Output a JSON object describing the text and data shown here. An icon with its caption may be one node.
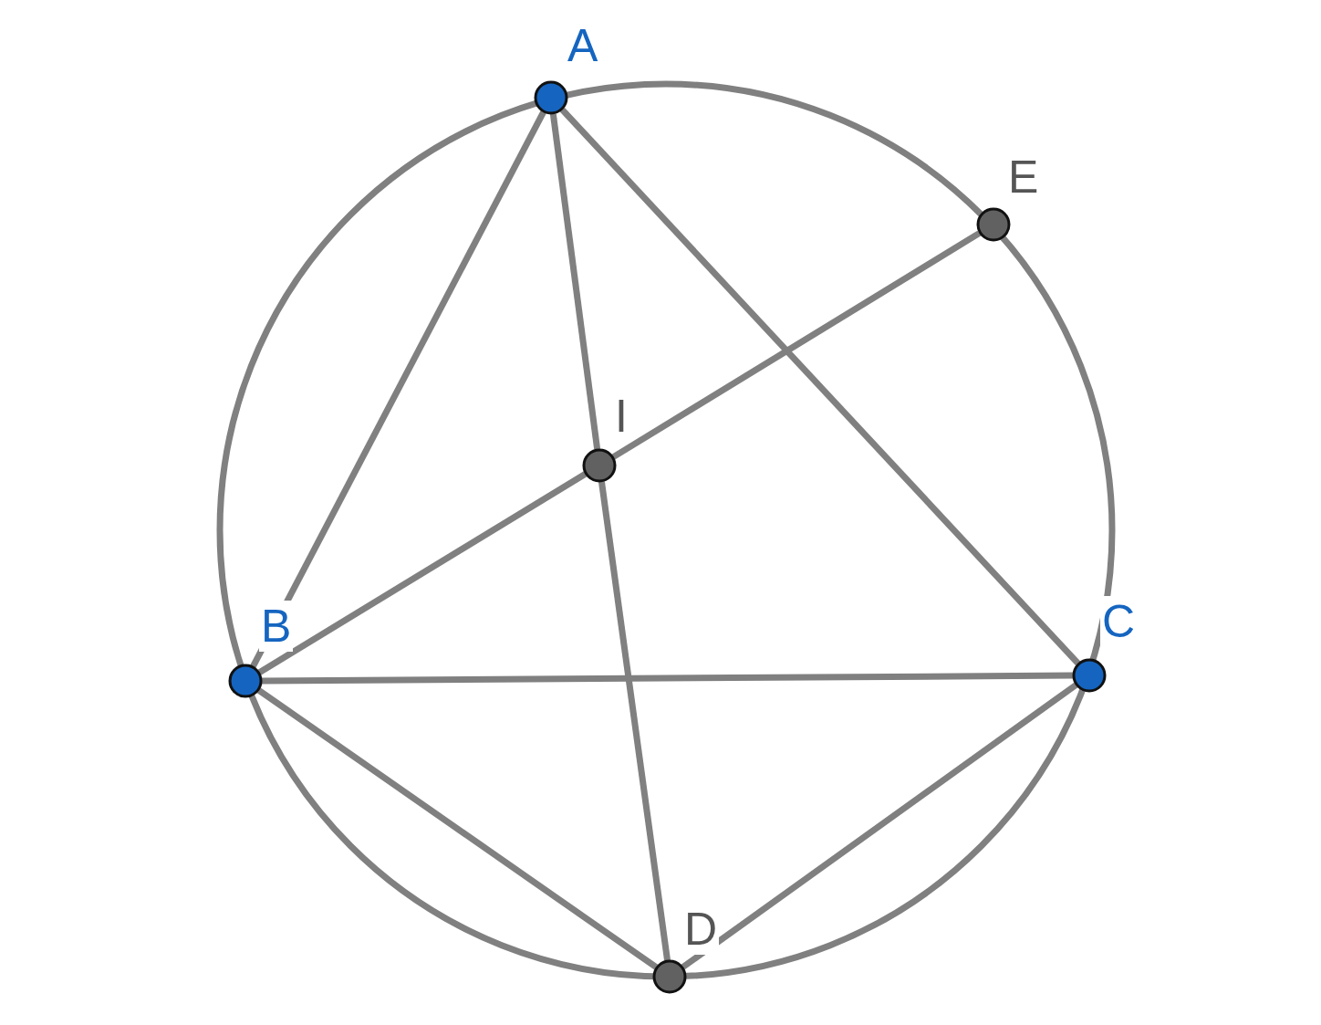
{
  "diagram": {
    "nodes": [
      {
        "text": [
          "A"
        ]
      },
      {
        "text": [
          "E"
        ]
      },
      {
        "text": [
          "I"
        ]
      },
      {
        "text": [
          "B"
        ]
      },
      {
        "text": [
          "C"
        ]
      },
      {
        "text": [
          "D"
        ]
      }
    ],
    "edges": [
      {
        "from": 0,
        "to": 3,
        "arrow": "none"
      },
      {
        "from": 0,
        "to": 2,
        "arrow": "none"
      },
      {
        "from": 2,
        "to": 5,
        "arrow": "none"
      },
      {
        "from": 0,
        "to": 4,
        "arrow": "none"
      },
      {
        "from": 3,
        "to": 2,
        "arrow": "none"
      },
      {
        "from": 2,
        "to": 1,
        "arrow": "none"
      },
      {
        "from": 3,
        "to": 4,
        "arrow": "none"
      },
      {
        "from": 3,
        "to": 5,
        "arrow": "none"
      },
      {
        "from": 4,
        "to": 5,
        "arrow": "none"
      }
    ]
  }
}
